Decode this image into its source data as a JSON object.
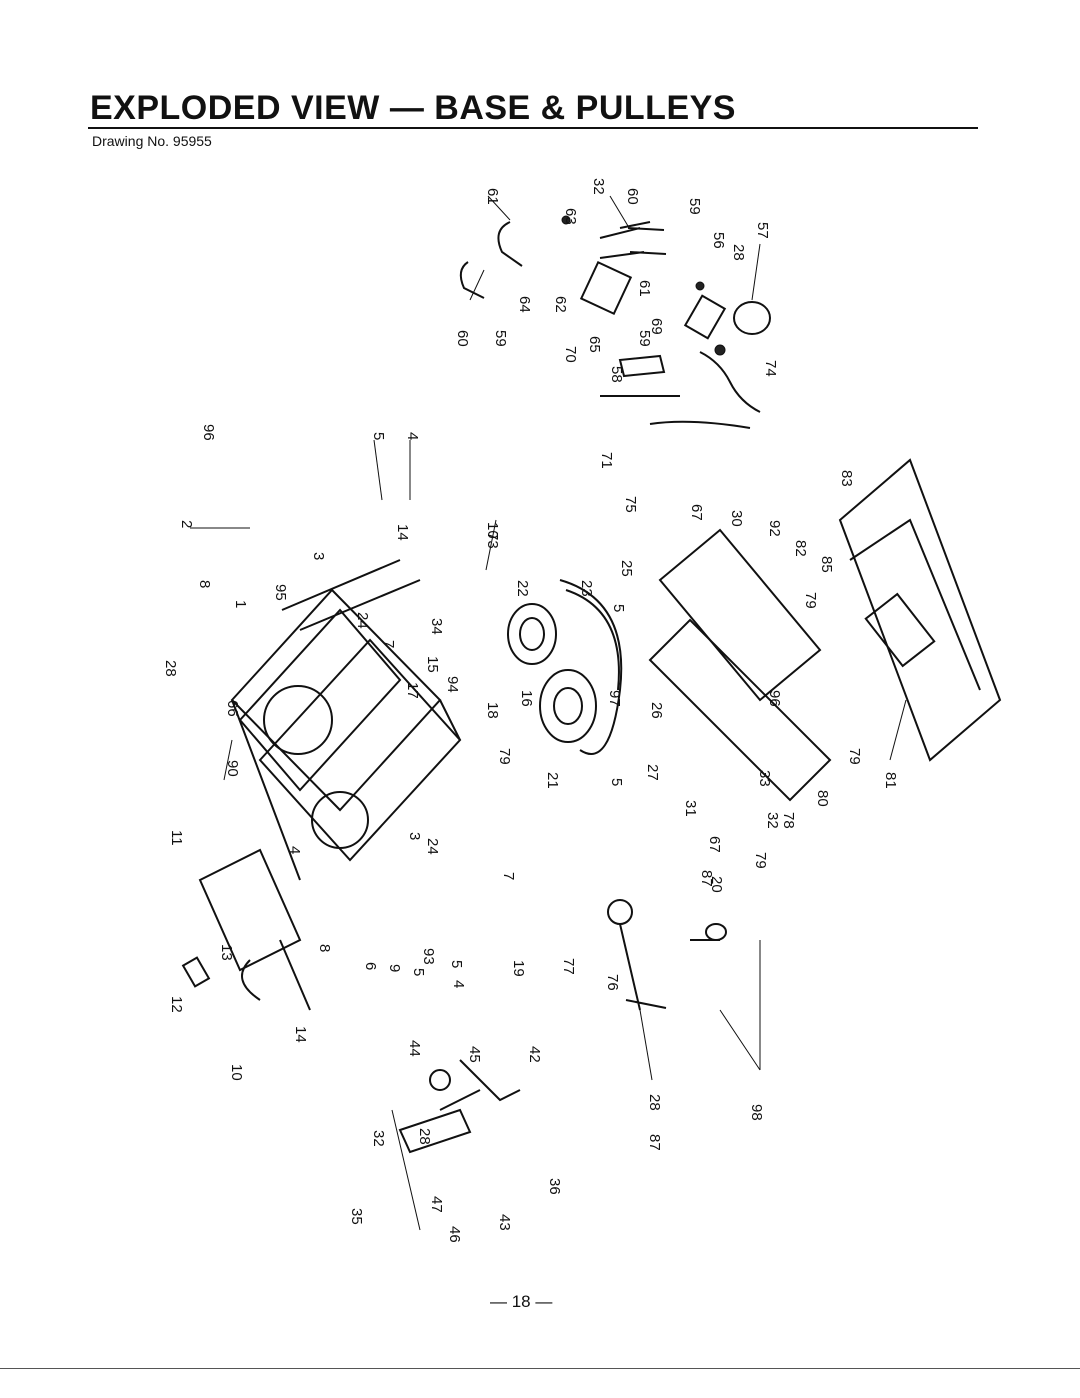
{
  "header": {
    "title": "EXPLODED VIEW — BASE & PULLEYS",
    "drawing_number": "Drawing No. 95955"
  },
  "footer": {
    "page_number": "— 18 —"
  },
  "callouts": [
    "61",
    "32",
    "63",
    "60",
    "59",
    "57",
    "56",
    "28",
    "62",
    "64",
    "65",
    "69",
    "70",
    "58",
    "74",
    "71",
    "75",
    "60",
    "59",
    "61",
    "59",
    "96",
    "5",
    "4",
    "14",
    "73",
    "10",
    "3",
    "24",
    "2",
    "8",
    "95",
    "1",
    "22",
    "7",
    "34",
    "15",
    "17",
    "94",
    "28",
    "66",
    "90",
    "18",
    "16",
    "79",
    "23",
    "25",
    "5",
    "67",
    "30",
    "92",
    "82",
    "83",
    "85",
    "79",
    "97",
    "26",
    "96",
    "27",
    "21",
    "5",
    "31",
    "32",
    "78",
    "33",
    "79",
    "80",
    "67",
    "81",
    "79",
    "11",
    "4",
    "3",
    "24",
    "7",
    "19",
    "93",
    "5",
    "4",
    "9",
    "6",
    "8",
    "5",
    "13",
    "12",
    "10",
    "14",
    "77",
    "76",
    "87",
    "20",
    "98",
    "28",
    "87",
    "44",
    "45",
    "42",
    "32",
    "28",
    "35",
    "47",
    "46",
    "43",
    "36"
  ]
}
